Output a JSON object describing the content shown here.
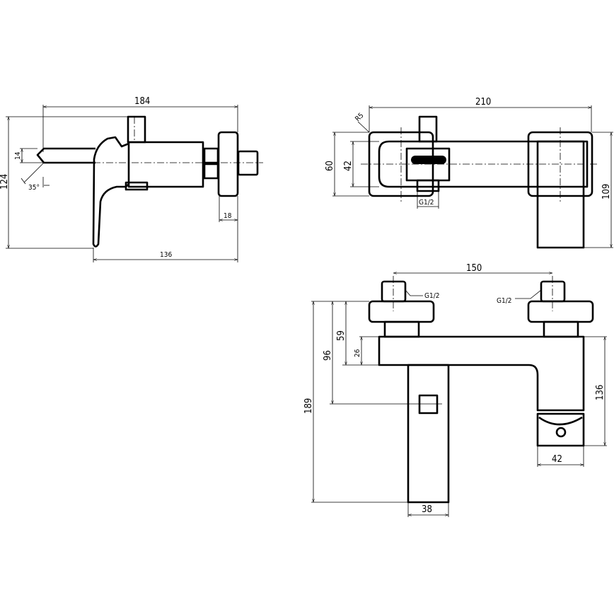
{
  "side_view": {
    "overall_length": "184",
    "overall_height": "124",
    "spout_height": "14",
    "spout_angle": "35°",
    "flange_thickness": "18",
    "handle_to_wall": "136"
  },
  "top_view": {
    "overall_width": "210",
    "corner_radius": "R5",
    "plate_height": "60",
    "body_depth": "42",
    "handle_depth": "109",
    "inlet_thread": "G1/2"
  },
  "front_view": {
    "inlet_spacing": "150",
    "inlet_thread_left": "G1/2",
    "inlet_thread_right": "G1/2",
    "overall_height": "189",
    "inlet_to_handle": "96",
    "inlet_to_body_bottom": "59",
    "body_height": "26",
    "diverter_height": "136",
    "diverter_width": "42",
    "spout_width": "38"
  }
}
